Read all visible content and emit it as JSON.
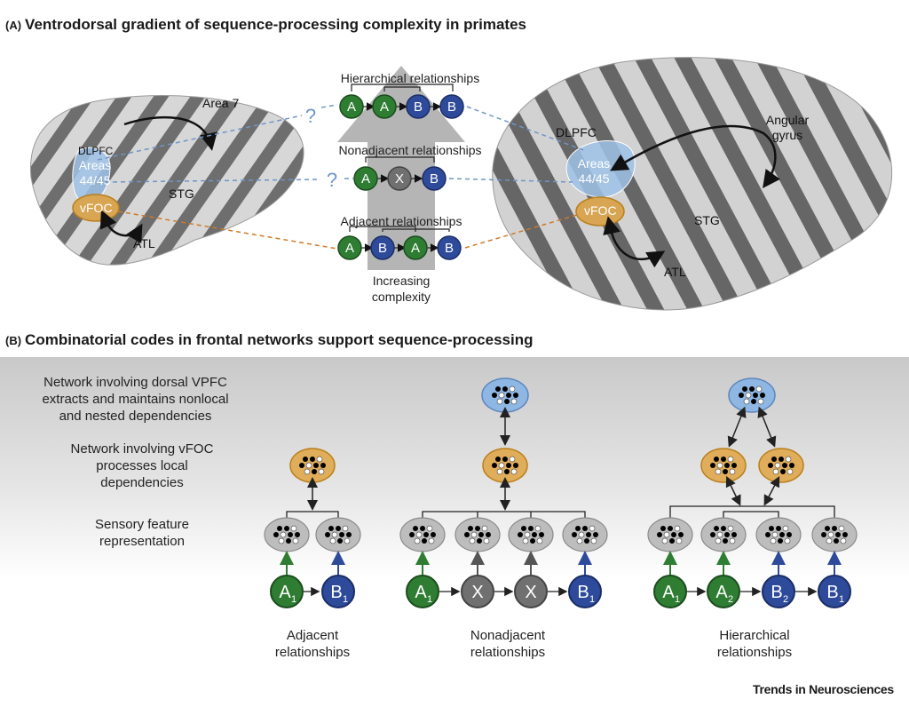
{
  "panelA": {
    "tag": "(A)",
    "title": "Ventrodorsal gradient of sequence-processing complexity in primates",
    "left_brain": {
      "area7": "Area 7",
      "dlpfc": "DLPFC",
      "areas_line1": "Areas",
      "areas_line2": "44/45",
      "vfoc": "vFOC",
      "stg": "STG",
      "atl": "ATL"
    },
    "right_brain": {
      "dlpfc": "DLPFC",
      "angular_line1": "Angular",
      "angular_line2": "gyrus",
      "areas_line1": "Areas",
      "areas_line2": "44/45",
      "vfoc": "vFOC",
      "stg": "STG",
      "atl": "ATL"
    },
    "question_mark": "?",
    "rows": {
      "hierarchical": {
        "title": "Hierarchical relationships",
        "nodes": [
          "A",
          "A",
          "B",
          "B"
        ]
      },
      "nonadjacent": {
        "title": "Nonadjacent relationships",
        "nodes": [
          "A",
          "X",
          "B"
        ]
      },
      "adjacent": {
        "title": "Adjacent relationships",
        "nodes": [
          "A",
          "B",
          "A",
          "B"
        ]
      }
    },
    "arrow_line1": "Increasing",
    "arrow_line2": "complexity"
  },
  "panelB": {
    "tag": "(B)",
    "title": "Combinatorial codes in frontal networks support sequence-processing",
    "desc_dorsal": [
      "Network involving dorsal VPFC",
      "extracts and maintains nonlocal",
      "and nested dependencies"
    ],
    "desc_vfoc": [
      "Network involving vFOC",
      "processes local",
      "dependencies"
    ],
    "desc_sensory": [
      "Sensory feature",
      "representation"
    ],
    "cases": {
      "adjacent": {
        "label_line1": "Adjacent",
        "label_line2": "relationships",
        "nodes": [
          {
            "letter": "A",
            "sub": "1"
          },
          {
            "letter": "B",
            "sub": "1"
          }
        ]
      },
      "nonadjacent": {
        "label_line1": "Nonadjacent",
        "label_line2": "relationships",
        "nodes": [
          {
            "letter": "A",
            "sub": "1"
          },
          {
            "letter": "X",
            "sub": ""
          },
          {
            "letter": "X",
            "sub": ""
          },
          {
            "letter": "B",
            "sub": "1"
          }
        ]
      },
      "hierarchical": {
        "label_line1": "Hierarchical",
        "label_line2": "relationships",
        "nodes": [
          {
            "letter": "A",
            "sub": "1"
          },
          {
            "letter": "A",
            "sub": "2"
          },
          {
            "letter": "B",
            "sub": "2"
          },
          {
            "letter": "B",
            "sub": "1"
          }
        ]
      }
    }
  },
  "footer": "Trends in Neurosciences",
  "colors": {
    "green": "#2e7d32",
    "blue": "#2e4a9a",
    "x_gray": "#707070",
    "vfoc_orange": "#e0ad5a",
    "dorsal_blue": "#8fb7e3",
    "sensory_gray": "#bdbdbd"
  }
}
